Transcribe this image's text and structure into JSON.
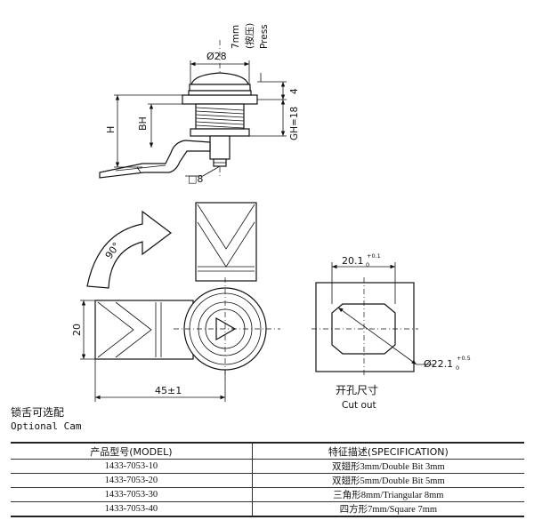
{
  "dimensions": {
    "press_travel": "7mm",
    "press_cn": "(按压)",
    "press_en": "Press",
    "cap_diameter": "Ø28",
    "cap_height": "4",
    "gh": "GH=18",
    "h": "H",
    "bh": "BH",
    "square_drive": "□8",
    "rotation": "90°",
    "cam_width": "20",
    "cam_length": "45±1",
    "cutout_width": "20.1",
    "cutout_width_base": "0",
    "cutout_width_tol": "+0.1",
    "cutout_diameter": "Ø22.1",
    "cutout_diameter_base": "0",
    "cutout_diameter_tol": "+0.5"
  },
  "cutout": {
    "title_cn": "开孔尺寸",
    "title_en": "Cut out"
  },
  "optional_cam": {
    "title_cn": "锁舌可选配",
    "title_en": "Optional Cam"
  },
  "spec_table": {
    "headers": [
      "产品型号(MODEL)",
      "特征描述(SPECIFICATION)"
    ],
    "rows": [
      [
        "1433-7053-10",
        "双翅形3mm/Double Bit 3mm"
      ],
      [
        "1433-7053-20",
        "双翅形5mm/Double Bit 5mm"
      ],
      [
        "1433-7053-30",
        "三角形8mm/Triangular 8mm"
      ],
      [
        "1433-7053-40",
        "四方形7mm/Square 7mm"
      ]
    ]
  }
}
